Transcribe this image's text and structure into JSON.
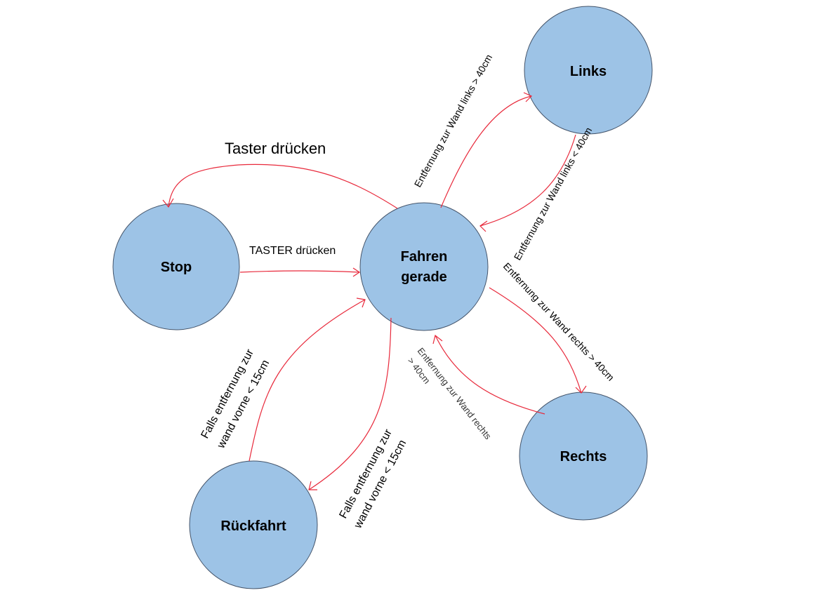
{
  "colors": {
    "state_fill": "#9dc3e6",
    "state_stroke": "#44546a",
    "edge_stroke": "#e8293b"
  },
  "states": {
    "stop": "Stop",
    "fahren_line1": "Fahren",
    "fahren_line2": "gerade",
    "links": "Links",
    "rechts": "Rechts",
    "rueckfahrt": "Rückfahrt"
  },
  "transitions": {
    "fahren_to_stop": "Taster drücken",
    "stop_to_fahren": "TASTER drücken",
    "fahren_to_links": "Entfernung zur Wand links > 40cm",
    "links_to_fahren": "Entfernung zur Wand links < 40cm",
    "fahren_to_rechts": "Entfernung zur Wand rechts > 40cm",
    "rechts_to_fahren_line1": "Entfernung zur Wand rechts",
    "rechts_to_fahren_line2": "> 40cm",
    "rueckfahrt_to_fahren_line1": "Falls entfernung zur",
    "rueckfahrt_to_fahren_line2": "wand vorne < 15cm",
    "fahren_to_rueckfahrt_line1": "Falls entfernung zur",
    "fahren_to_rueckfahrt_line2": "wand vorne < 15cm"
  }
}
